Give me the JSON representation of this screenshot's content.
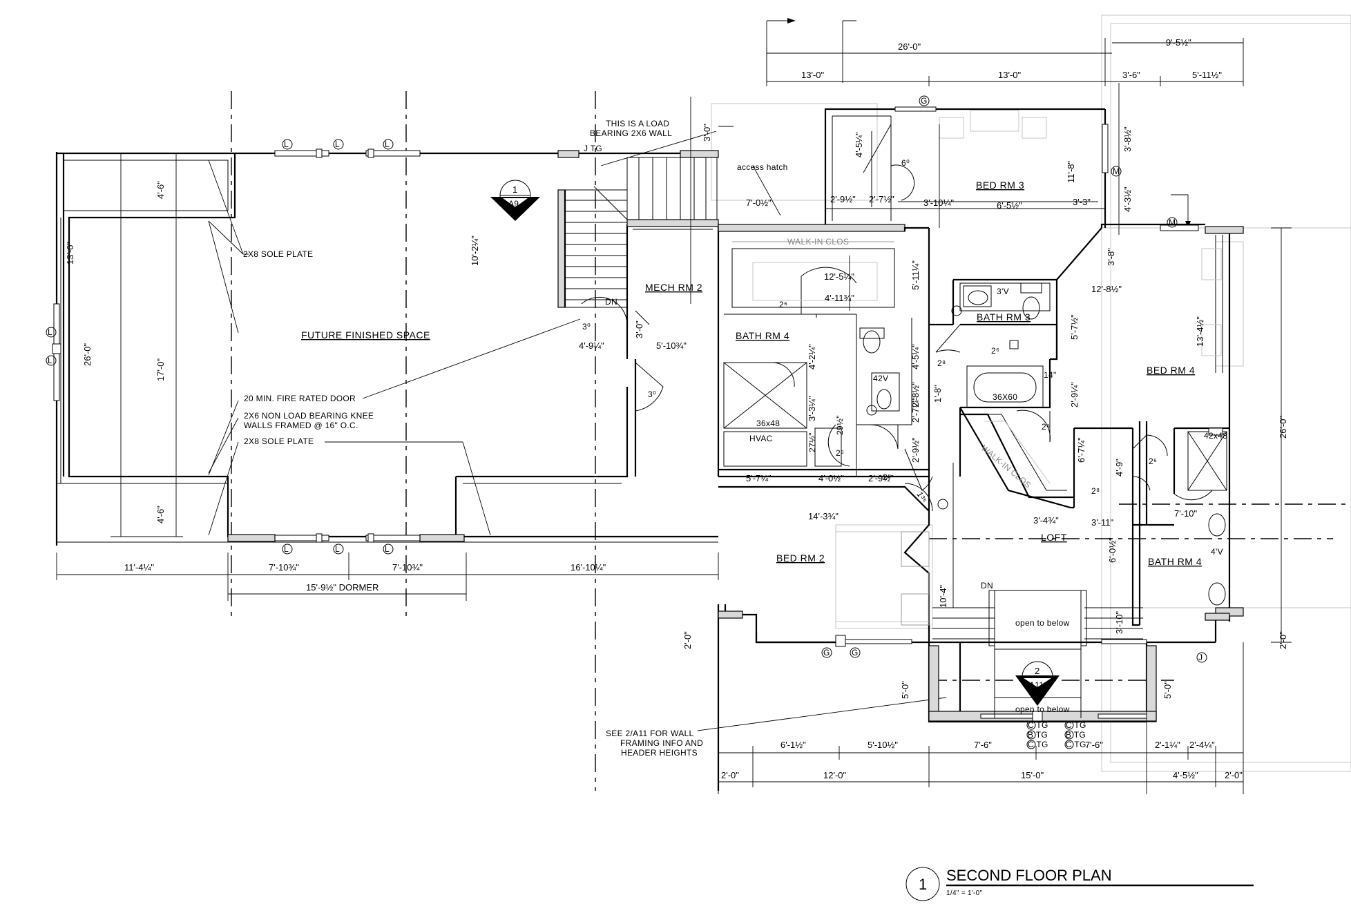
{
  "title": {
    "bubble": "1",
    "text": "SECOND FLOOR PLAN",
    "scale": "1/4\" = 1'-0\""
  },
  "rooms": {
    "future": "FUTURE FINISHED SPACE",
    "mech": "MECH RM 2",
    "bed3": "BED RM 3",
    "bed4": "BED RM 4",
    "bath4a": "BATH RM 4",
    "bath3": "BATH RM 3",
    "bath4b": "BATH RM 4",
    "bed2": "BED RM 2",
    "loft": "LOFT",
    "walkin1": "WALK-IN CLOS",
    "walkin2": "WALK-IN CLOS",
    "open1": "open to below",
    "open2": "open to below",
    "hvac": "HVAC",
    "access": "access hatch",
    "dn1": "DN",
    "dn2": "DN"
  },
  "fixtures": {
    "shower1": "36x48",
    "shower2": "42x48",
    "tub": "36X60",
    "v3": "3'V",
    "v42": "42V",
    "v4": "4'V",
    "v14": "14\"",
    "v27": "27½\"",
    "v29": "29½\""
  },
  "notes": {
    "load": [
      "THIS IS A LOAD",
      "BEARING 2X6 WALL"
    ],
    "sole1": "2X8 SOLE PLATE",
    "fire": "20 MIN. FIRE RATED DOOR",
    "knee": [
      "2X6 NON LOAD BEARING KNEE",
      "WALLS FRAMED @ 16\" O.C."
    ],
    "sole2": "2X8 SOLE PLATE",
    "see": [
      "SEE 2/A11 FOR WALL",
      "FRAMING INFO AND",
      "HEADER HEIGHTS"
    ]
  },
  "sections": {
    "s1": {
      "num": "1",
      "sheet": "A9"
    },
    "s2": {
      "num": "2",
      "sheet": "A11"
    }
  },
  "windows": {
    "l": "L",
    "g": "G",
    "m": "M",
    "j": "J",
    "tgj": "J TG",
    "tg_c1": "C TG",
    "tg_b": "B TG",
    "tg_c2": "C TG",
    "tg_c3": "C TG",
    "tg_b2": "B TG",
    "tg_c4": "C TG"
  },
  "swings": [
    "2⁶",
    "3⁰",
    "2⁸",
    "6⁰",
    "1³⁵"
  ],
  "dims_top": [
    "26'-0\"",
    "9'-5½\"",
    "13'-0\"",
    "13'-0\"",
    "3'-6\"",
    "5'-11½\""
  ],
  "dims_left": [
    "13'-0\"",
    "26'-0\"",
    "4'-6\"",
    "17'-0\"",
    "4'-6\""
  ],
  "dims_bottom_left": [
    "11'-4¼\"",
    "7'-10¾\"",
    "7'-10¾\"",
    "16'-10¼\"",
    "15'-9½\" DORMER"
  ],
  "dims_bottom_right": [
    "6'-1½\"",
    "5'-10½\"",
    "7'-6\"",
    "7'-6\"",
    "2'-1¼\"",
    "2'-4¼\"",
    "2'-0\"",
    "12'-0\"",
    "15'-0\"",
    "4'-5½\"",
    "2'-0\""
  ],
  "dims_interior": [
    "3'-0\"",
    "4'-5¼\"",
    "7'-0½\"",
    "2'-9½\"",
    "2'-7½\"",
    "3'-10¼\"",
    "6'-5½\"",
    "3'-3\"",
    "11'-8\"",
    "3'-8½\"",
    "4'-3½\"",
    "3'-8\"",
    "10'-2¼\"",
    "4'-9¼\"",
    "3'-0\"",
    "5'-10¾\"",
    "12'-5¼\"",
    "4'-11¾\"",
    "5'-11¼\"",
    "4'-2¼\"",
    "4'-5¼\"",
    "12'-8½\"",
    "13'-4½\"",
    "5'-7½\"",
    "2'-9¼\"",
    "2'-8½\"",
    "2'-7¼\"",
    "1'-8\"",
    "2'-9½\"",
    "3'-3¼\"",
    "5'-7¼\"",
    "4'-0½\"",
    "2'-9½\"",
    "14'-3¾\"",
    "6'-7¼\"",
    "4'-9\"",
    "3'-4¾\"",
    "3'-11\"",
    "7'-10\"",
    "6'-0½\"",
    "10'-4\"",
    "3'-10\"",
    "26'-0\"",
    "2'-0\"",
    "2'-0\"",
    "5'-0\"",
    "5'-0\""
  ]
}
